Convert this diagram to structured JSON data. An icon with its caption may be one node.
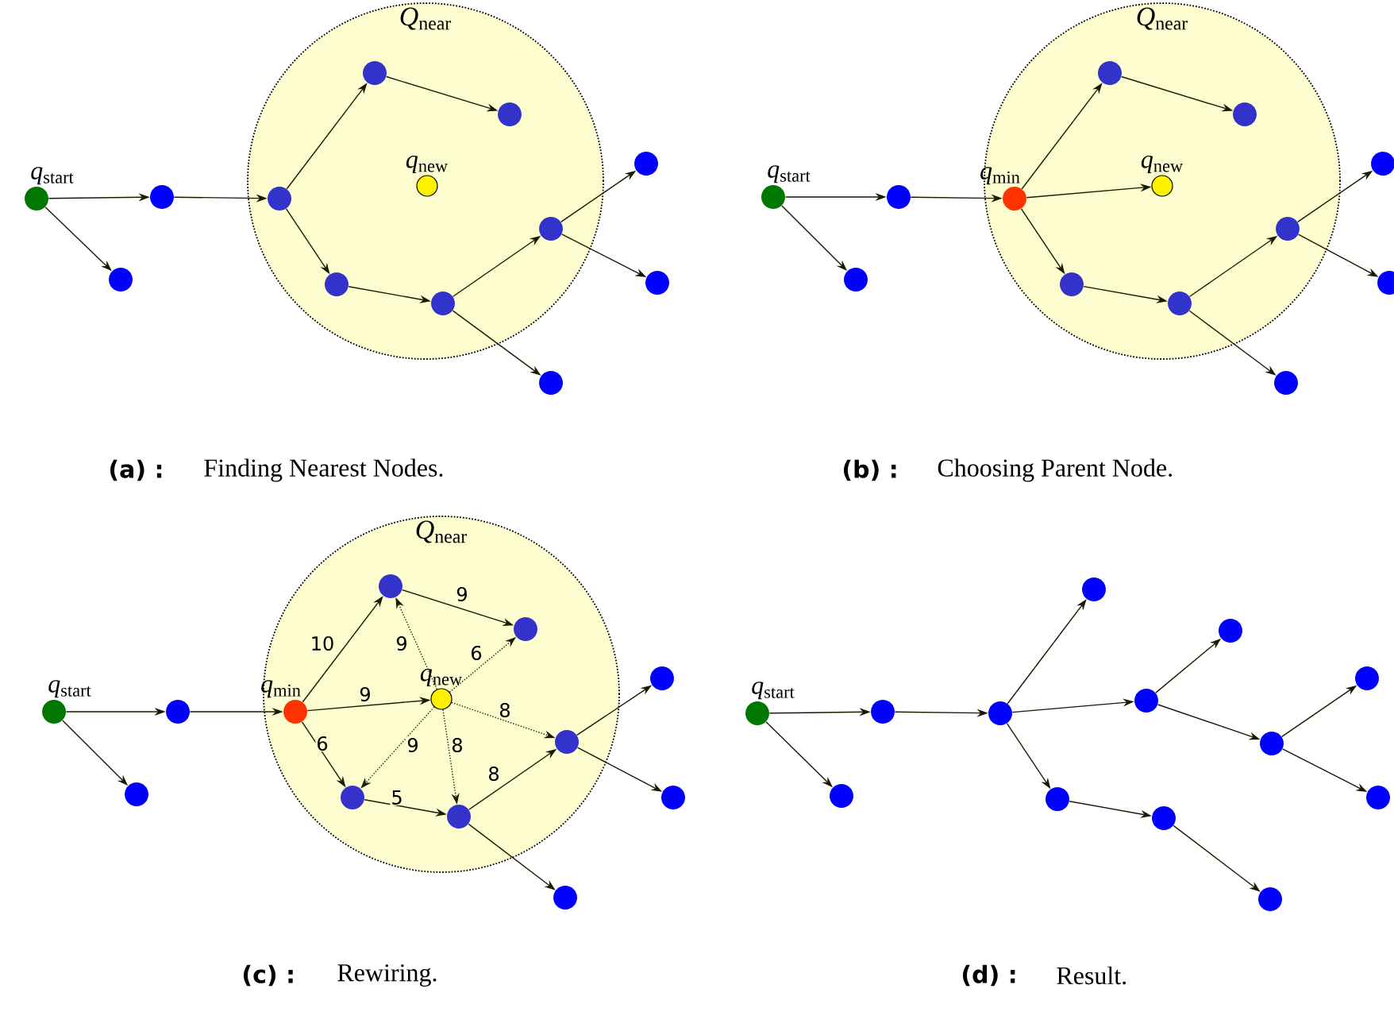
{
  "diagram": {
    "nodes": [
      {
        "text": [
          "*Q*$_{near}$"
        ]
      },
      {
        "text": [
          "*q*$_{start}$"
        ]
      },
      {
        "text": [],
        "shape": "circle"
      },
      {
        "text": [],
        "shape": "circle"
      },
      {
        "text": [],
        "shape": "circle",
        "in": 0
      },
      {
        "text": [],
        "shape": "circle",
        "in": 0
      },
      {
        "text": [],
        "shape": "circle",
        "in": 0
      },
      {
        "text": [
          "*q*$_{new}$"
        ],
        "in": 0
      },
      {
        "text": [],
        "shape": "circle",
        "in": 0
      },
      {
        "text": [],
        "shape": "circle",
        "in": 0
      },
      {
        "text": [],
        "shape": "circle",
        "in": 0
      },
      {
        "text": [],
        "shape": "circle"
      },
      {
        "text": [],
        "shape": "circle"
      },
      {
        "text": [],
        "shape": "circle"
      },
      {
        "text": [
          "*Q*$_{near}$"
        ]
      },
      {
        "text": [
          "*q*$_{start}$"
        ]
      },
      {
        "text": [],
        "shape": "circle"
      },
      {
        "text": [],
        "shape": "circle"
      },
      {
        "text": [
          "*q*$_{min}$"
        ],
        "in": 14
      },
      {
        "text": [],
        "shape": "circle",
        "in": 14
      },
      {
        "text": [],
        "shape": "circle",
        "in": 14
      },
      {
        "text": [
          "*q*$_{new}$"
        ],
        "in": 14
      },
      {
        "text": [],
        "shape": "circle",
        "in": 14
      },
      {
        "text": [],
        "shape": "circle",
        "in": 14
      },
      {
        "text": [],
        "shape": "circle",
        "in": 14
      },
      {
        "text": [],
        "shape": "circle"
      },
      {
        "text": [],
        "shape": "circle"
      },
      {
        "text": [],
        "shape": "circle"
      },
      {
        "text": [
          "*Q*$_{near}$"
        ]
      },
      {
        "text": [
          "*q*$_{start}$"
        ]
      },
      {
        "text": [],
        "shape": "circle"
      },
      {
        "text": [],
        "shape": "circle"
      },
      {
        "text": [
          "*q*$_{min}$"
        ],
        "in": 28
      },
      {
        "text": [],
        "shape": "circle",
        "in": 28
      },
      {
        "text": [],
        "shape": "circle",
        "in": 28
      },
      {
        "text": [
          "*q*$_{new}$"
        ],
        "in": 28
      },
      {
        "text": [],
        "shape": "circle",
        "in": 28
      },
      {
        "text": [],
        "shape": "circle",
        "in": 28
      },
      {
        "text": [],
        "shape": "circle",
        "in": 28
      },
      {
        "text": [],
        "shape": "circle"
      },
      {
        "text": [],
        "shape": "circle"
      },
      {
        "text": [],
        "shape": "circle"
      },
      {
        "text": [
          "*q*$_{start}$"
        ]
      },
      {
        "text": [],
        "shape": "circle"
      },
      {
        "text": [],
        "shape": "circle"
      },
      {
        "text": [],
        "shape": "circle"
      },
      {
        "text": [],
        "shape": "circle"
      },
      {
        "text": [],
        "shape": "circle"
      },
      {
        "text": [],
        "shape": "circle"
      },
      {
        "text": [],
        "shape": "circle"
      },
      {
        "text": [],
        "shape": "circle"
      },
      {
        "text": [],
        "shape": "circle"
      },
      {
        "text": [],
        "shape": "circle"
      },
      {
        "text": [],
        "shape": "circle"
      },
      {
        "text": [],
        "shape": "circle"
      }
    ],
    "edges": [
      {
        "from": 1,
        "to": 2,
        "arrow": "to"
      },
      {
        "from": 1,
        "to": 3,
        "arrow": "to"
      },
      {
        "from": 2,
        "to": 4,
        "arrow": "to"
      },
      {
        "from": 4,
        "to": 5,
        "arrow": "to"
      },
      {
        "from": 5,
        "to": 6,
        "arrow": "to"
      },
      {
        "from": 4,
        "to": 8,
        "arrow": "to"
      },
      {
        "from": 8,
        "to": 9,
        "arrow": "to"
      },
      {
        "from": 9,
        "to": 10,
        "arrow": "to"
      },
      {
        "from": 10,
        "to": 11,
        "arrow": "to"
      },
      {
        "from": 10,
        "to": 12,
        "arrow": "to"
      },
      {
        "from": 9,
        "to": 13,
        "arrow": "to"
      },
      {
        "from": 15,
        "to": 16,
        "arrow": "to"
      },
      {
        "from": 15,
        "to": 17,
        "arrow": "to"
      },
      {
        "from": 16,
        "to": 18,
        "arrow": "to"
      },
      {
        "from": 18,
        "to": 19,
        "arrow": "to"
      },
      {
        "from": 19,
        "to": 20,
        "arrow": "to"
      },
      {
        "from": 18,
        "to": 21,
        "arrow": "to"
      },
      {
        "from": 18,
        "to": 22,
        "arrow": "to"
      },
      {
        "from": 22,
        "to": 23,
        "arrow": "to"
      },
      {
        "from": 23,
        "to": 24,
        "arrow": "to"
      },
      {
        "from": 24,
        "to": 25,
        "arrow": "to"
      },
      {
        "from": 24,
        "to": 26,
        "arrow": "to"
      },
      {
        "from": 23,
        "to": 27,
        "arrow": "to"
      },
      {
        "from": 29,
        "to": 30,
        "arrow": "to"
      },
      {
        "from": 29,
        "to": 31,
        "arrow": "to"
      },
      {
        "from": 30,
        "to": 32,
        "arrow": "to"
      },
      {
        "from": 32,
        "to": 33,
        "arrow": "to",
        "label": "10"
      },
      {
        "from": 33,
        "to": 34,
        "arrow": "to",
        "label": "9"
      },
      {
        "from": 32,
        "to": 35,
        "arrow": "to",
        "label": "9"
      },
      {
        "from": 32,
        "to": 36,
        "arrow": "to",
        "label": "6"
      },
      {
        "from": 36,
        "to": 37,
        "arrow": "to",
        "label": "5"
      },
      {
        "from": 37,
        "to": 38,
        "arrow": "to",
        "label": "8"
      },
      {
        "from": 38,
        "to": 39,
        "arrow": "to"
      },
      {
        "from": 38,
        "to": 40,
        "arrow": "to"
      },
      {
        "from": 37,
        "to": 41,
        "arrow": "to"
      },
      {
        "from": 35,
        "to": 33,
        "arrow": "to",
        "label": "9",
        "style": "dashed"
      },
      {
        "from": 35,
        "to": 34,
        "arrow": "to",
        "label": "6",
        "style": "dashed"
      },
      {
        "from": 35,
        "to": 38,
        "arrow": "to",
        "label": "8",
        "style": "dashed"
      },
      {
        "from": 35,
        "to": 37,
        "arrow": "to",
        "label": "8",
        "style": "dashed"
      },
      {
        "from": 35,
        "to": 36,
        "arrow": "to",
        "label": "9",
        "style": "dashed"
      },
      {
        "from": 42,
        "to": 43,
        "arrow": "to"
      },
      {
        "from": 42,
        "to": 44,
        "arrow": "to"
      },
      {
        "from": 43,
        "to": 45,
        "arrow": "to"
      },
      {
        "from": 45,
        "to": 46,
        "arrow": "to"
      },
      {
        "from": 45,
        "to": 47,
        "arrow": "to"
      },
      {
        "from": 47,
        "to": 48,
        "arrow": "to"
      },
      {
        "from": 47,
        "to": 49,
        "arrow": "to"
      },
      {
        "from": 49,
        "to": 50,
        "arrow": "to"
      },
      {
        "from": 49,
        "to": 51,
        "arrow": "to"
      },
      {
        "from": 45,
        "to": 52,
        "arrow": "to"
      },
      {
        "from": 52,
        "to": 53,
        "arrow": "to"
      },
      {
        "from": 53,
        "to": 54,
        "arrow": "to"
      }
    ],
    "labels": [
      "(a) :",
      "Finding Nearest Nodes.",
      "(b) :",
      "Choosing Parent Node.",
      "(c) :",
      "Rewiring.",
      "(d) :",
      "Result."
    ]
  }
}
